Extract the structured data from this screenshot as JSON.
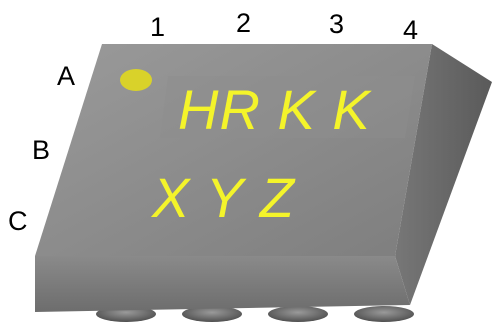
{
  "package": {
    "column_labels": [
      "1",
      "2",
      "3",
      "4"
    ],
    "row_labels": [
      "A",
      "B",
      "C"
    ],
    "marking": {
      "line1": "HR K K",
      "line2": "X Y Z"
    },
    "colors": {
      "top_face": "#8a8a8a",
      "top_face_inner": "#8e8e8e",
      "front_face": "#7a7a7a",
      "right_face": "#6a6a6a",
      "left_face": "#7c7c7c",
      "marking": "#f4f42a",
      "pin1_dot": "#d9d22a",
      "terminals": "#707070"
    }
  }
}
